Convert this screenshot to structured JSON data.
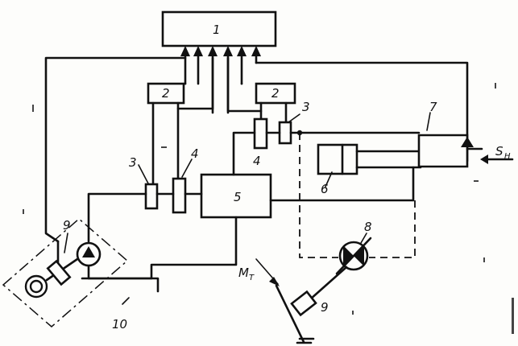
{
  "labels": {
    "unit_1": "1",
    "unit_2_left": "2",
    "unit_2_right": "2",
    "unit_3_left": "3",
    "unit_3_right": "3",
    "unit_4_left": "4",
    "unit_4_right": "4",
    "unit_5": "5",
    "unit_6": "6",
    "unit_7": "7",
    "unit_8": "8",
    "unit_9_left": "9",
    "unit_9_right": "9",
    "unit_10": "10",
    "force_s": "S",
    "force_s_sub": "H",
    "moment_m": "M",
    "moment_m_sub": "T"
  }
}
